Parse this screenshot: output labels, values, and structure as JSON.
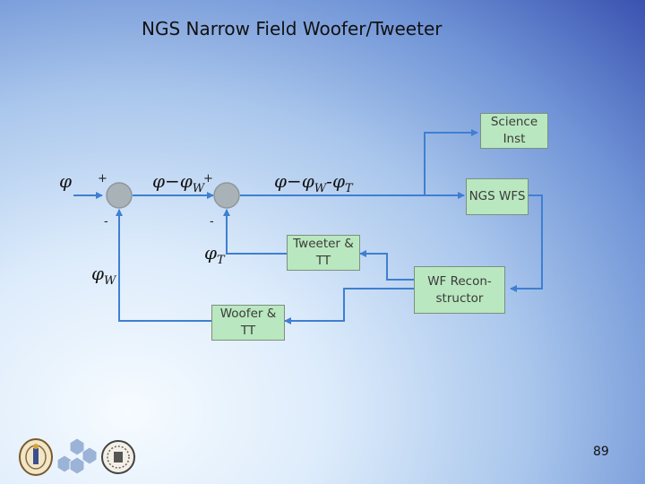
{
  "title": "NGS Narrow Field Woofer/Tweeter",
  "boxes": {
    "science_inst": "Science Inst",
    "ngs_wfs": "NGS WFS",
    "tweeter": "Tweeter & TT",
    "wf_reconstructor": "WF Recon- structor",
    "woofer": "Woofer & TT"
  },
  "symbols": {
    "phi": "φ",
    "w_sub": "W",
    "t_sub": "T",
    "minus_sep": "−",
    "dash_sep": "-"
  },
  "signs": {
    "plus": "+",
    "minus": "-"
  },
  "page_number": "89",
  "colors": {
    "box_fill": "#b9e7bf",
    "wire": "#3f7fd0",
    "junction": "#a9b2b6"
  }
}
